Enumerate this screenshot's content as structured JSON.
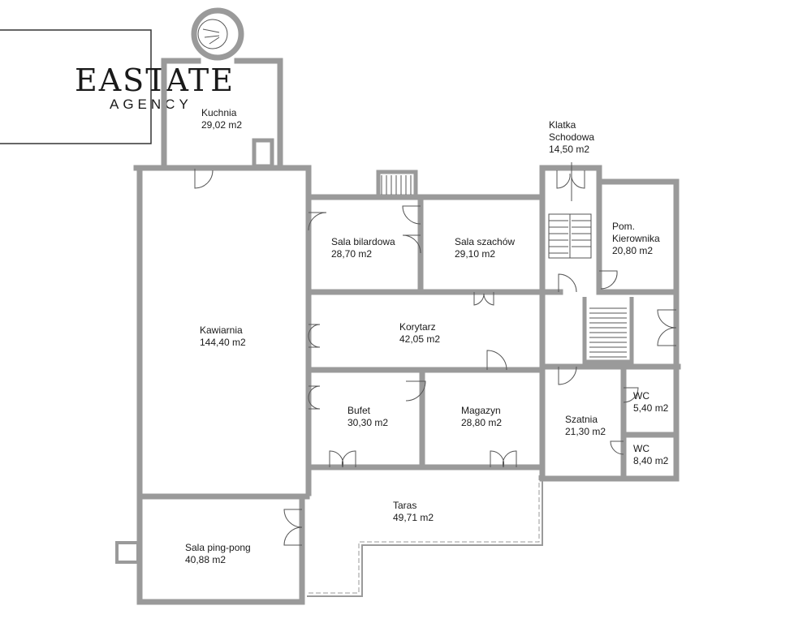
{
  "logo": {
    "name": "EASTATE",
    "sub": "AGENCY"
  },
  "rooms": [
    {
      "id": "kuchnia",
      "name": "Kuchnia",
      "area": "29,02 m2"
    },
    {
      "id": "klatka",
      "name": "Klatka",
      "name2": "Schodowa",
      "area": "14,50 m2"
    },
    {
      "id": "kawiarnia",
      "name": "Kawiarnia",
      "area": "144,40 m2"
    },
    {
      "id": "bilard",
      "name": "Sala bilardowa",
      "area": "28,70 m2"
    },
    {
      "id": "szachy",
      "name": "Sala szachów",
      "area": "29,10 m2"
    },
    {
      "id": "kierownik",
      "name": "Pom.",
      "name2": "Kierownika",
      "area": "20,80 m2"
    },
    {
      "id": "korytarz",
      "name": "Korytarz",
      "area": "42,05 m2"
    },
    {
      "id": "bufet",
      "name": "Bufet",
      "area": "30,30 m2"
    },
    {
      "id": "magazyn",
      "name": "Magazyn",
      "area": "28,80 m2"
    },
    {
      "id": "szatnia",
      "name": "Szatnia",
      "area": "21,30 m2"
    },
    {
      "id": "wc1",
      "name": "WC",
      "area": "5,40 m2"
    },
    {
      "id": "wc2",
      "name": "WC",
      "area": "8,40 m2"
    },
    {
      "id": "taras",
      "name": "Taras",
      "area": "49,71 m2"
    },
    {
      "id": "pingpong",
      "name": "Sala ping-pong",
      "area": "40,88 m2"
    }
  ]
}
